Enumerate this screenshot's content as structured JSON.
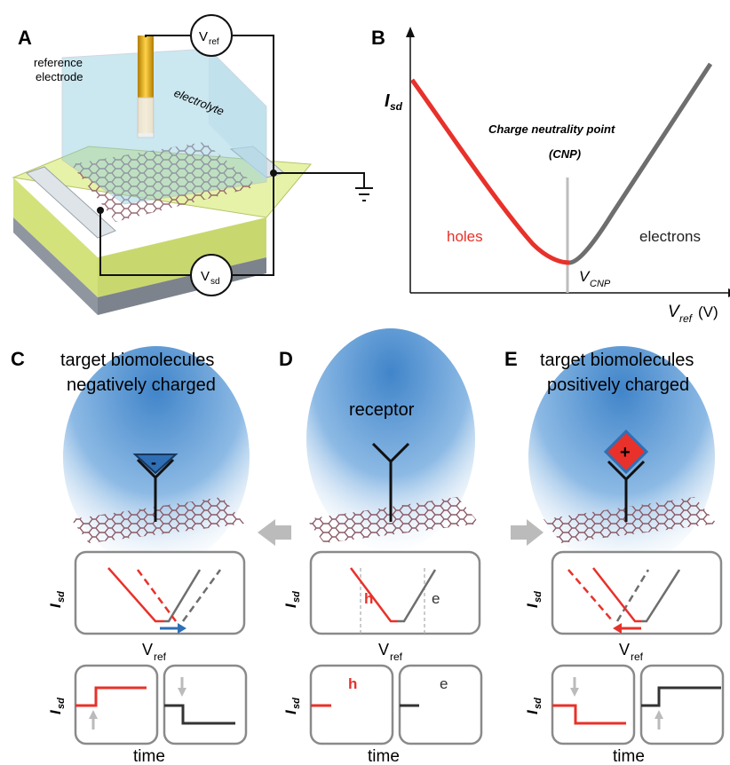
{
  "panels": {
    "a": {
      "letter": "A",
      "reference_electrode": [
        "reference",
        "electrode"
      ],
      "electrolyte": "electrolyte",
      "vref_main": "V",
      "vref_sub": "ref",
      "vsd_main": "V",
      "vsd_sub": "sd"
    },
    "b": {
      "letter": "B",
      "ylabel_main": "I",
      "ylabel_sub": "sd",
      "cnp_line1": "Charge neutrality point",
      "cnp_line2": "(CNP)",
      "holes": "holes",
      "electrons": "electrons",
      "vcnp_main": "V",
      "vcnp_sub": "CNP",
      "xlabel_main": "V",
      "xlabel_sub": "ref",
      "xlabel_unit": "(V)"
    },
    "c": {
      "letter": "C",
      "title_line1": "target biomolecules",
      "title_line2": "negatively charged",
      "charge": "-"
    },
    "d": {
      "letter": "D",
      "receptor": "receptor",
      "h": "h",
      "e": "e"
    },
    "e": {
      "letter": "E",
      "title_line1": "target biomolecules",
      "title_line2": "positively charged",
      "charge": "+"
    },
    "common": {
      "isd_main": "I",
      "isd_sub": "sd",
      "vref_main": "V",
      "vref_sub": "ref",
      "time": "time"
    }
  },
  "colors": {
    "holes": "#e8312a",
    "electrons": "#6e6e6e",
    "shift_left_arrow": "#e8312a",
    "shift_right_arrow": "#2f6fb5",
    "negative_molecule": "#2f6fb5",
    "positive_molecule": "#e8312a"
  }
}
